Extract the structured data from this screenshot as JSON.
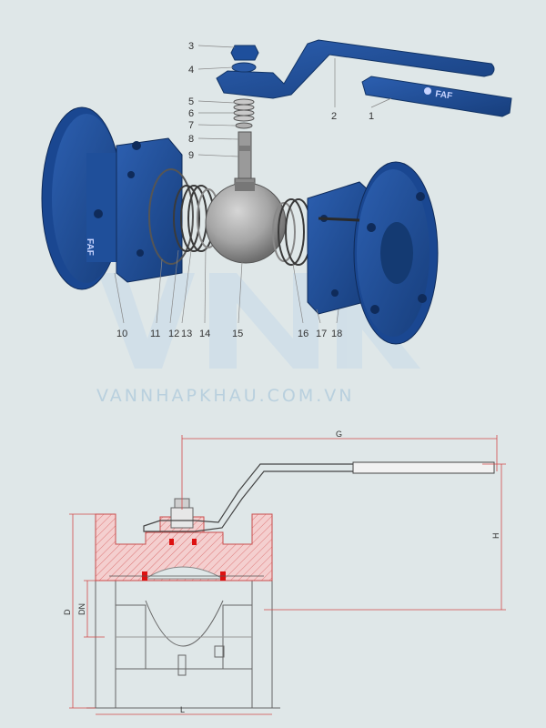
{
  "watermark": {
    "text": "VANNHAPKHAU.COM.VN"
  },
  "exploded_view": {
    "part_numbers": [
      "1",
      "2",
      "3",
      "4",
      "5",
      "6",
      "7",
      "8",
      "9",
      "10",
      "11",
      "12",
      "13",
      "14",
      "15",
      "16",
      "17",
      "18"
    ],
    "handle_logo": "FAF",
    "body_logo": "FAF"
  },
  "section_view": {
    "dimensions": {
      "G": "G",
      "H": "H",
      "D": "D",
      "DN": "DN",
      "L": "L"
    }
  },
  "colors": {
    "background": "#dfe7e8",
    "valve_blue": "#1d4e9a",
    "valve_blue_dark": "#163b75",
    "ball_gray": "#a8a8a8",
    "section_hatch": "#f3c2c2",
    "section_line": "#c94c4c",
    "dimension_line": "#d24a4a",
    "drawing_line": "#555555"
  },
  "icons": [
    "valve-handle-icon",
    "ball-icon",
    "flange-icon",
    "spring-icon"
  ]
}
